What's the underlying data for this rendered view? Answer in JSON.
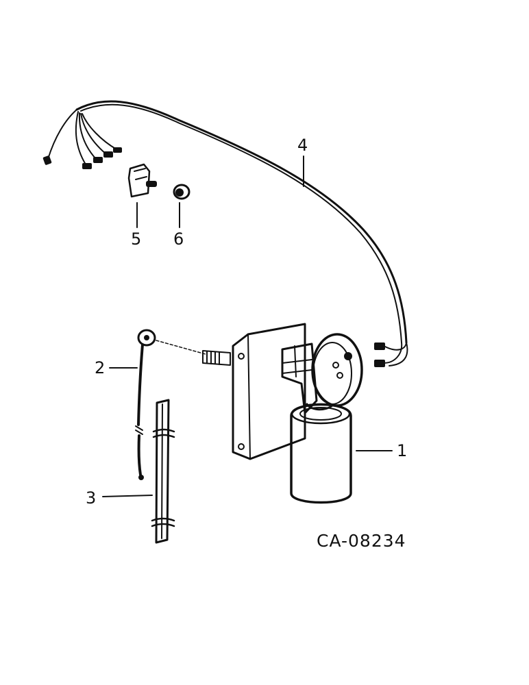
{
  "diagram": {
    "callouts": [
      {
        "id": "1",
        "label": "1"
      },
      {
        "id": "2",
        "label": "2"
      },
      {
        "id": "3",
        "label": "3"
      },
      {
        "id": "4",
        "label": "4"
      },
      {
        "id": "5",
        "label": "5"
      },
      {
        "id": "6",
        "label": "6"
      }
    ],
    "drawing_code": "CA-08234"
  },
  "colors": {
    "ink": "#111111",
    "paper": "#ffffff"
  }
}
